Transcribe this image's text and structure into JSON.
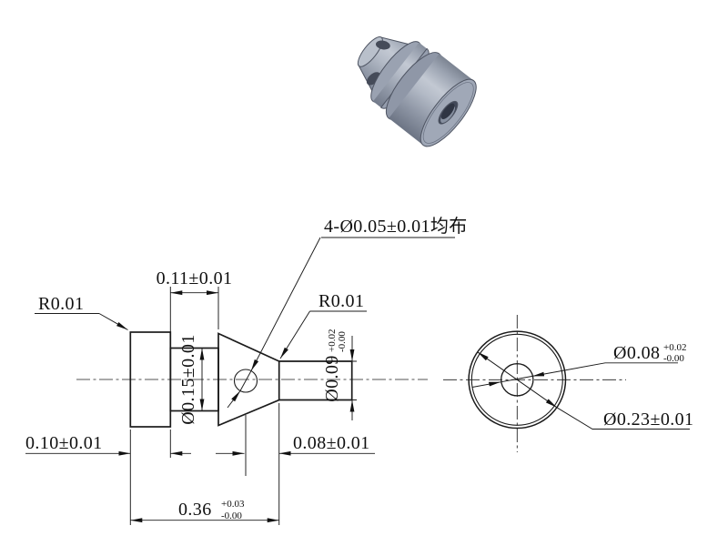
{
  "side_view": {
    "fillet_left_label": "R0.01",
    "fillet_right_label": "R0.01",
    "holes_callout": "4-Ø0.05±0.01均布",
    "neck_length": "0.11±0.01",
    "neck_diameter": "Ø0.15±0.01",
    "tip_diameter_value": "Ø0.09",
    "tip_diameter_tol_plus": "+0.02",
    "tip_diameter_tol_minus": "-0.00",
    "flange_width": "0.10±0.01",
    "hole_to_face": "0.08±0.01",
    "overall_length_value": "0.36",
    "overall_length_tol_plus": "+0.03",
    "overall_length_tol_minus": "-0.00"
  },
  "end_view": {
    "bore_diameter_value": "Ø0.08",
    "bore_diameter_tol_plus": "+0.02",
    "bore_diameter_tol_minus": "-0.00",
    "outer_diameter": "Ø0.23±0.01"
  }
}
